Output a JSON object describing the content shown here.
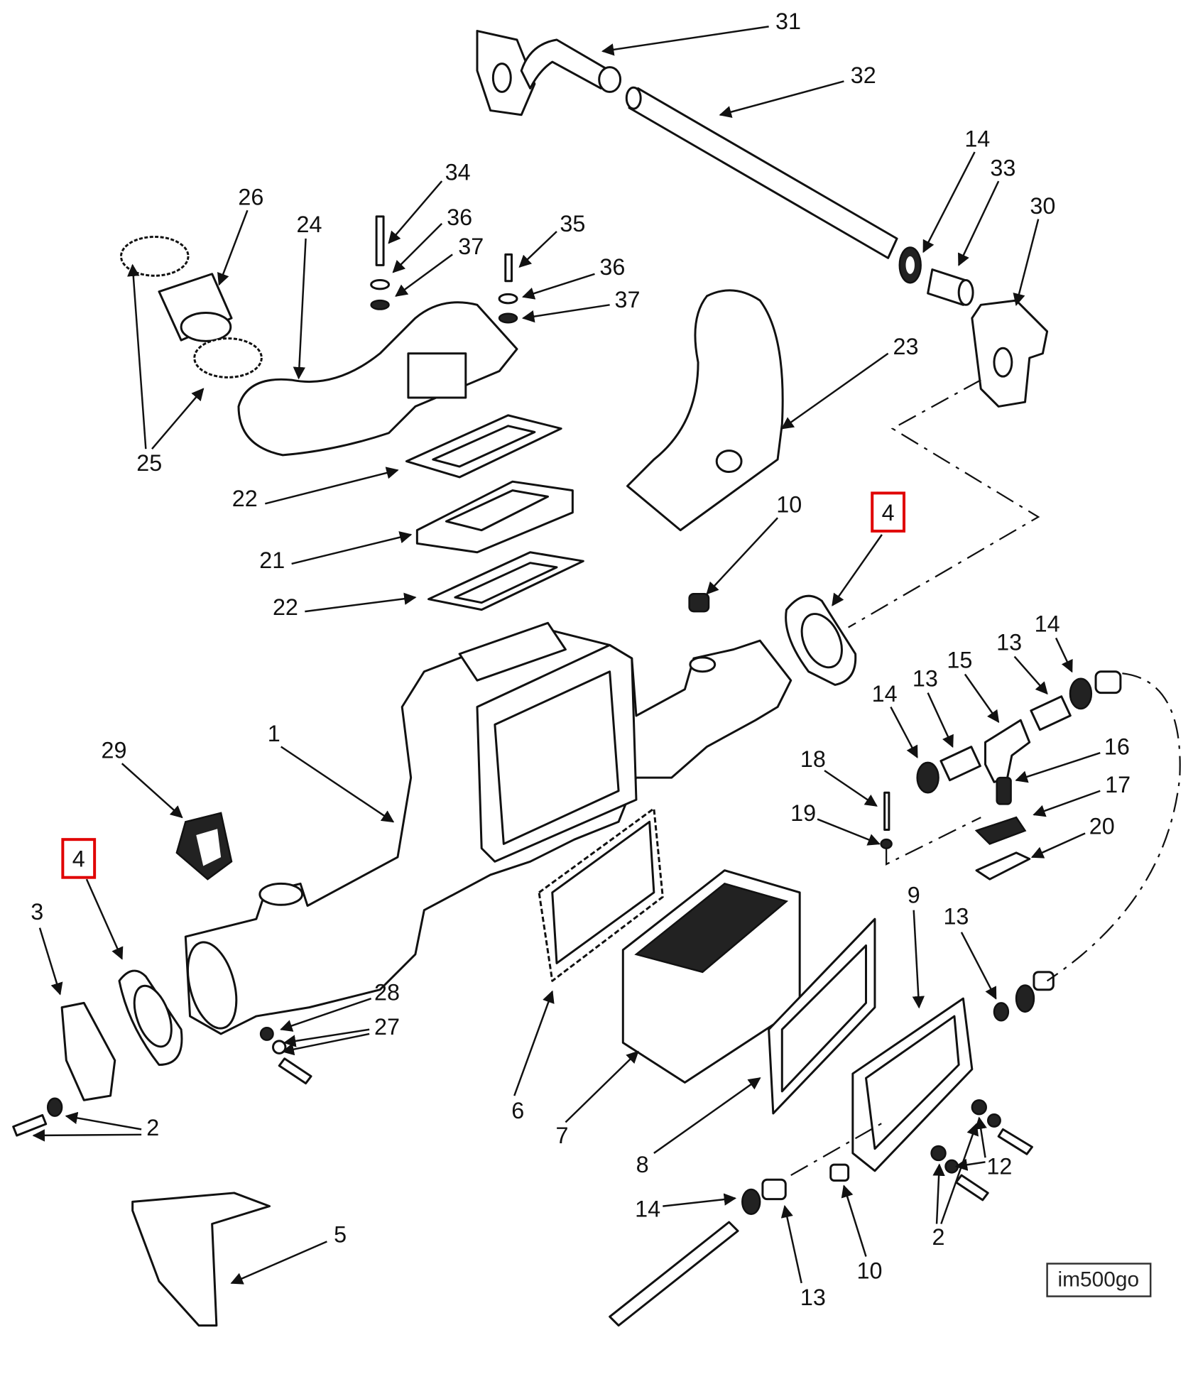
{
  "title": "Exploded parts diagram",
  "reference_code": "im500go",
  "highlight_color": "#e00000",
  "callouts": [
    "31",
    "32",
    "14",
    "33",
    "30",
    "34",
    "26",
    "24",
    "36",
    "37",
    "35",
    "36",
    "37",
    "23",
    "25",
    "22",
    "10",
    "4",
    "21",
    "22",
    "14",
    "13",
    "15",
    "13",
    "14",
    "1",
    "29",
    "18",
    "16",
    "17",
    "19",
    "20",
    "4",
    "9",
    "13",
    "3",
    "28",
    "27",
    "6",
    "2",
    "7",
    "12",
    "8",
    "14",
    "5",
    "2",
    "10",
    "13"
  ]
}
